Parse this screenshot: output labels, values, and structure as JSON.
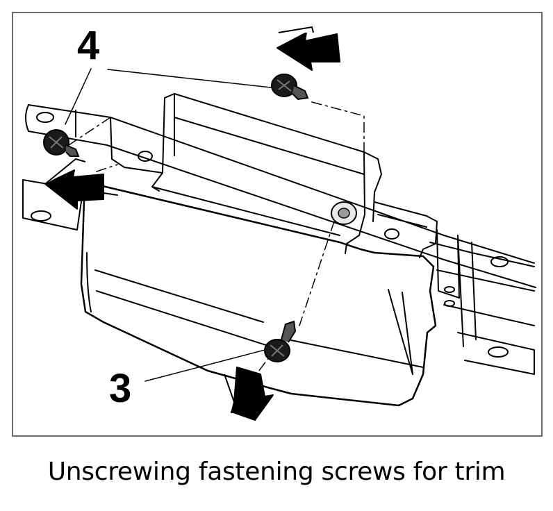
{
  "illustration": {
    "callouts": [
      {
        "id": "4",
        "label": "4"
      },
      {
        "id": "3",
        "label": "3"
      }
    ],
    "icons": [
      "screw-icon",
      "arrow-icon"
    ],
    "colors": {
      "line": "#000000",
      "frame": "#6b6b6b",
      "background": "#ffffff"
    }
  },
  "caption": "Unscrewing fastening screws for trim"
}
